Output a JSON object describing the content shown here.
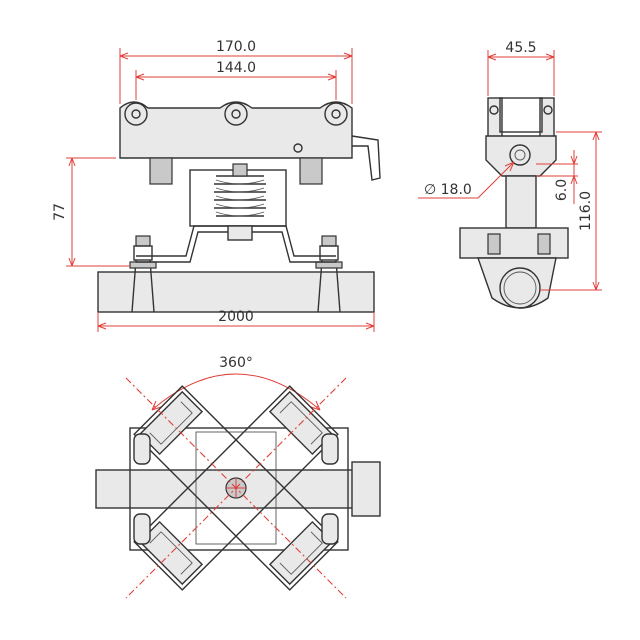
{
  "drawing": {
    "front_view": {
      "overall_width": "170.0",
      "wheel_span": "144.0",
      "height_dim": "77",
      "beam_length": "2000"
    },
    "side_view": {
      "width": "45.5",
      "hole_diameter": "∅ 18.0",
      "offset": "6.0",
      "height": "116.0"
    },
    "top_view": {
      "rotation": "360°"
    }
  },
  "colors": {
    "dimension": "#e0403a",
    "line": "#333333",
    "part_fill": "#e9e9e9"
  }
}
